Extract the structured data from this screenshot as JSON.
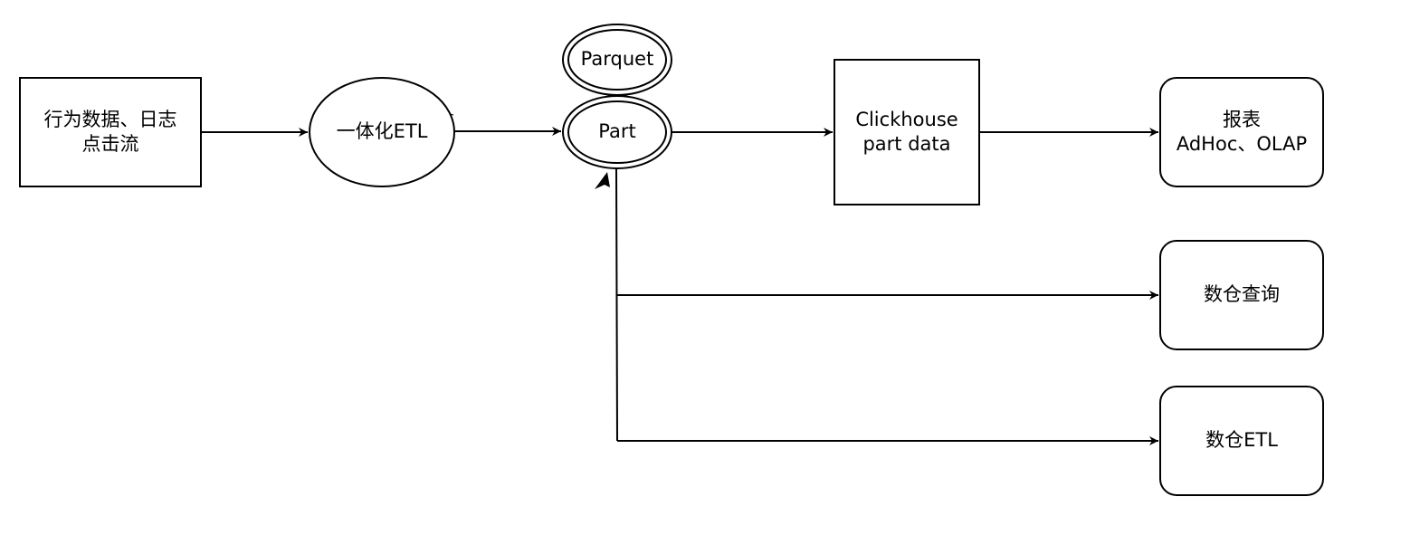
{
  "colors": {
    "stroke": "#000000",
    "fill": "#ffffff",
    "text": "#000000"
  },
  "nodes": {
    "source": {
      "line1": "行为数据、日志",
      "line2": "点击流"
    },
    "etl": {
      "label": "一体化ETL"
    },
    "parquet": {
      "label": "Parquet"
    },
    "part": {
      "label": "Part"
    },
    "clickhouse": {
      "line1": "Clickhouse",
      "line2": "part data"
    },
    "report": {
      "line1": "报表",
      "line2": "AdHoc、OLAP"
    },
    "dw_query": {
      "label": "数仓查询"
    },
    "dw_etl": {
      "label": "数仓ETL"
    }
  }
}
